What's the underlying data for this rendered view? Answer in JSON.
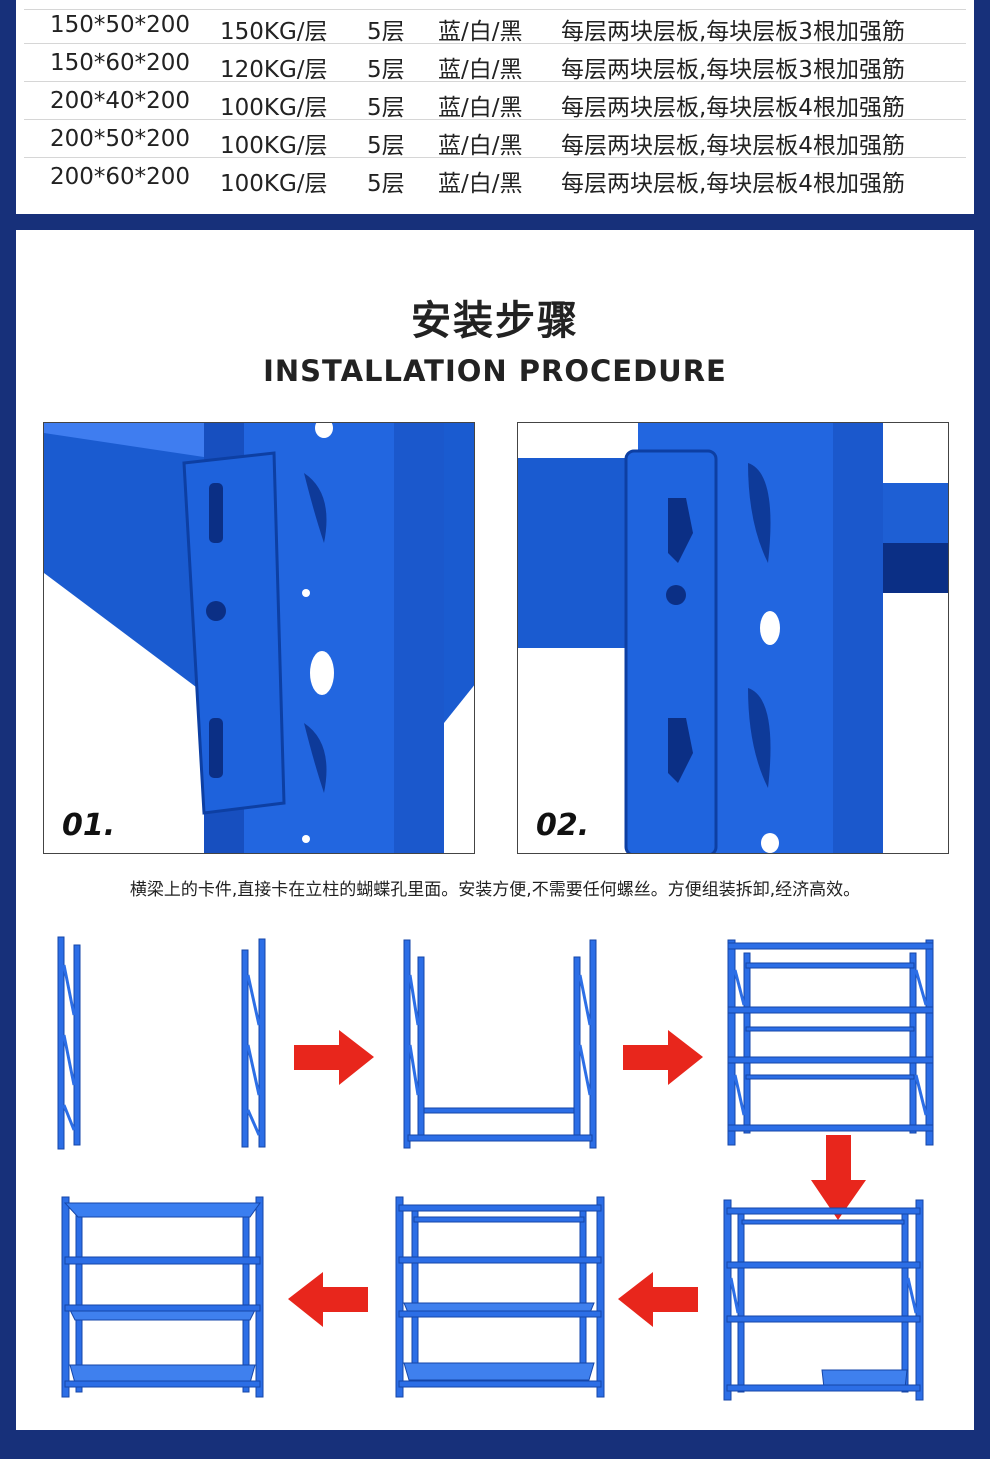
{
  "spec_table": {
    "rows": [
      {
        "size": "150*50*200",
        "load": "150KG/层",
        "layers": "5层",
        "color": "蓝/白/黑",
        "desc": "每层两块层板,每块层板3根加强筋"
      },
      {
        "size": "150*60*200",
        "load": "120KG/层",
        "layers": "5层",
        "color": "蓝/白/黑",
        "desc": "每层两块层板,每块层板3根加强筋"
      },
      {
        "size": "200*40*200",
        "load": "100KG/层",
        "layers": "5层",
        "color": "蓝/白/黑",
        "desc": "每层两块层板,每块层板4根加强筋"
      },
      {
        "size": "200*50*200",
        "load": "100KG/层",
        "layers": "5层",
        "color": "蓝/白/黑",
        "desc": "每层两块层板,每块层板4根加强筋"
      },
      {
        "size": "200*60*200",
        "load": "100KG/层",
        "layers": "5层",
        "color": "蓝/白/黑",
        "desc": "每层两块层板,每块层板4根加强筋"
      }
    ]
  },
  "installation": {
    "title_cn": "安装步骤",
    "title_en": "INSTALLATION PROCEDURE",
    "photo1_label": "01.",
    "photo2_label": "02.",
    "caption": "横梁上的卡件,直接卡在立柱的蝴蝶孔里面。安装方便,不需要任何螺丝。方便组装拆卸,经济高效。"
  },
  "colors": {
    "background": "#17307a",
    "rack_blue": "#1f5fd6",
    "arrow_red": "#e8261c"
  }
}
